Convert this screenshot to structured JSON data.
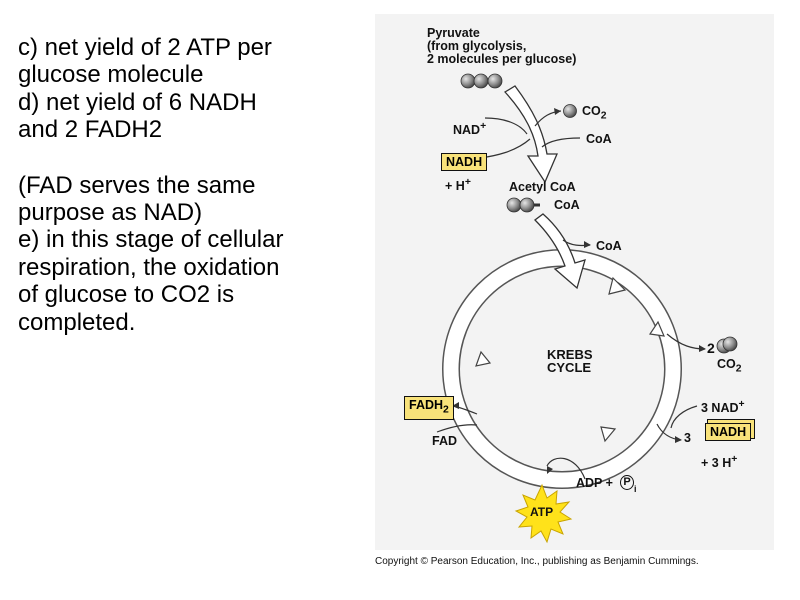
{
  "text": {
    "lines_c": [
      "c) net yield of 2 ATP per",
      "glucose molecule"
    ],
    "lines_d": [
      "d) net yield of 6 NADH",
      "and 2 FADH2"
    ],
    "lines_fad": [
      "(FAD serves the same",
      "purpose as NAD)"
    ],
    "lines_e": [
      "e) in this stage of cellular",
      "respiration, the oxidation",
      "of glucose to CO2 is",
      "completed."
    ]
  },
  "figure": {
    "pyruvate": [
      "Pyruvate",
      "(from glycolysis,",
      "2 molecules per glucose)"
    ],
    "co2_top": "CO",
    "co2_top_sub": "2",
    "nad_plus": "NAD",
    "nad_plus_sup": "+",
    "coa_1": "CoA",
    "nadh_box": "NADH",
    "h_plus": "+ H",
    "h_plus_sup": "+",
    "acetyl_coa": "Acetyl CoA",
    "coa_acetyl": "CoA",
    "coa_2": "CoA",
    "krebs": [
      "KREBS",
      "CYCLE"
    ],
    "two_co2_num": "2",
    "two_co2": "CO",
    "two_co2_sub": "2",
    "fadh2_box": "FADH",
    "fadh2_sub": "2",
    "fad": "FAD",
    "three_nad": "3 NAD",
    "three_nad_sup": "+",
    "three_nadh_num": "3",
    "three_nadh_box": "NADH",
    "three_h": "+ 3 H",
    "three_h_sup": "+",
    "adp": "ADP +",
    "pi": "P",
    "pi_sub": "i",
    "atp": "ATP"
  },
  "copyright": "Copyright © Pearson Education, Inc., publishing as Benjamin Cummings.",
  "colors": {
    "box_fill": "#f8e27a",
    "atp_fill": "#ffe21a",
    "figure_bg": "#f3f3f3",
    "arrow_fill": "#ffffff",
    "molecule": "#8a8a8a"
  }
}
